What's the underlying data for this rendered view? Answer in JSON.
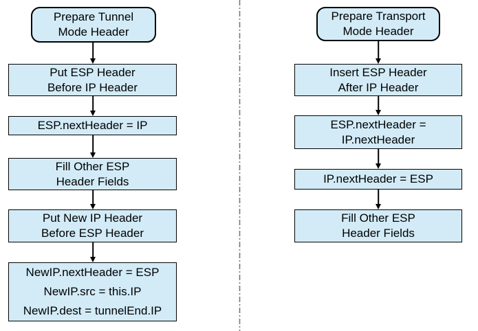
{
  "diagram": {
    "title": "ESP header preparation flowcharts",
    "columns": [
      {
        "name": "tunnel-mode",
        "nodes": [
          {
            "type": "terminal",
            "text": "Prepare Tunnel\nMode Header"
          },
          {
            "type": "process",
            "text": "Put ESP Header\nBefore IP Header"
          },
          {
            "type": "process",
            "text": "ESP.nextHeader = IP"
          },
          {
            "type": "process",
            "text": "Fill Other ESP\nHeader Fields"
          },
          {
            "type": "process",
            "text": "Put New IP Header\nBefore ESP Header"
          },
          {
            "type": "process",
            "text": "NewIP.nextHeader = ESP\nNewIP.src = this.IP\nNewIP.dest = tunnelEnd.IP"
          }
        ]
      },
      {
        "name": "transport-mode",
        "nodes": [
          {
            "type": "terminal",
            "text": "Prepare Transport\nMode Header"
          },
          {
            "type": "process",
            "text": "Insert ESP Header\nAfter IP Header"
          },
          {
            "type": "process",
            "text": "ESP.nextHeader =\nIP.nextHeader"
          },
          {
            "type": "process",
            "text": "IP.nextHeader = ESP"
          },
          {
            "type": "process",
            "text": "Fill Other ESP\nHeader Fields"
          }
        ]
      }
    ],
    "colors": {
      "background": "#ffffff",
      "node_fill": "#d2ebf7",
      "node_border": "#000000",
      "arrow": "#000000",
      "divider": "#777777"
    }
  }
}
